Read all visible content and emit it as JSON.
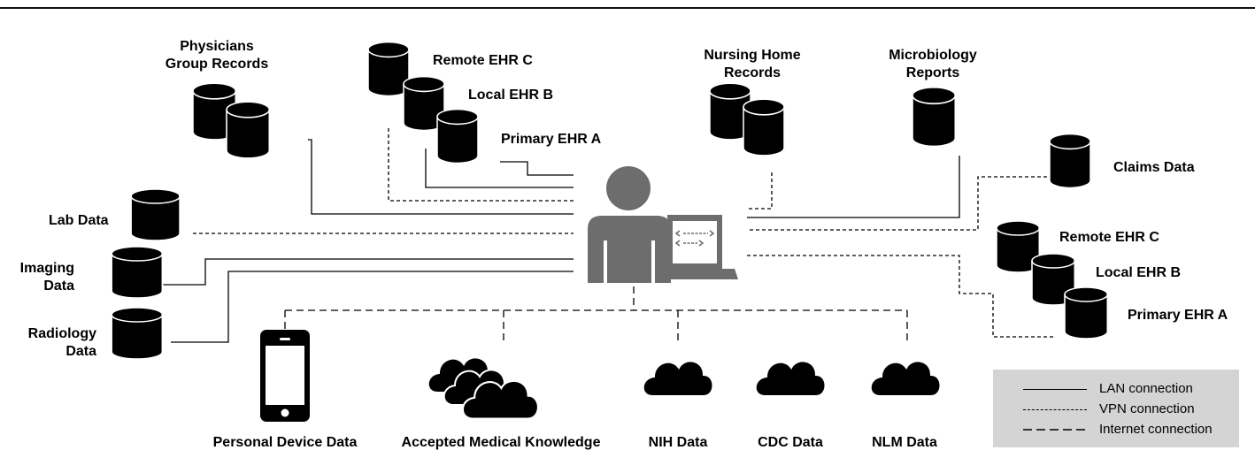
{
  "colors": {
    "ink": "#000000",
    "person": "#6d6d6d",
    "legend_bg": "#d4d4d4"
  },
  "icons": {
    "database": "database-icon",
    "person": "clinician-icon",
    "laptop": "laptop-icon",
    "phone": "smartphone-icon",
    "cloud": "cloud-icon",
    "code": "code-brackets-icon"
  },
  "sources": {
    "physicians": {
      "line1": "Physicians",
      "line2": "Group Records"
    },
    "remote_ehr_c_top": "Remote EHR C",
    "local_ehr_b_top": "Local EHR B",
    "primary_ehr_a_top": "Primary EHR A",
    "nursing": {
      "line1": "Nursing Home",
      "line2": "Records"
    },
    "micro": {
      "line1": "Microbiology",
      "line2": "Reports"
    },
    "claims": "Claims Data",
    "lab": "Lab Data",
    "imaging": {
      "line1": "Imaging",
      "line2": "Data"
    },
    "radiology": {
      "line1": "Radiology",
      "line2": "Data"
    },
    "remote_ehr_c_right": "Remote EHR C",
    "local_ehr_b_right": "Local EHR B",
    "primary_ehr_a_right": "Primary EHR A"
  },
  "bottom": {
    "personal": "Personal Device Data",
    "knowledge": "Accepted Medical Knowledge",
    "nih": "NIH Data",
    "cdc": "CDC Data",
    "nlm": "NLM Data"
  },
  "legend": {
    "lan": "LAN connection",
    "vpn": "VPN connection",
    "internet": "Internet connection"
  }
}
